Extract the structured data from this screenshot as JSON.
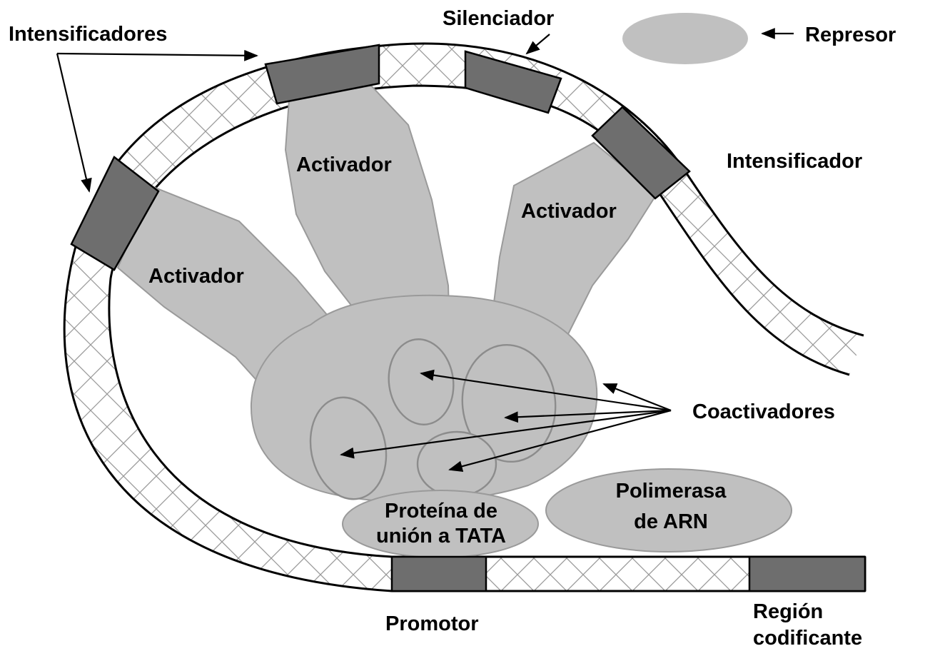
{
  "labels": {
    "intensificadores": "Intensificadores",
    "silenciador": "Silenciador",
    "represor": "Represor",
    "intensificador": "Intensificador",
    "activador_center": "Activador",
    "activador_right": "Activador",
    "activador_left": "Activador",
    "coactivadores": "Coactivadores",
    "polimerasa_line1": "Polimerasa",
    "polimerasa_line2": "de ARN",
    "tata_line1": "Proteína de",
    "tata_line2": "unión a TATA",
    "promotor": "Promotor",
    "region_line1": "Región",
    "region_line2": "codificante"
  },
  "colors": {
    "protein": "#c0c0c0",
    "dna_block": "#6e6e6e",
    "outline": "#000000",
    "background": "#ffffff"
  }
}
